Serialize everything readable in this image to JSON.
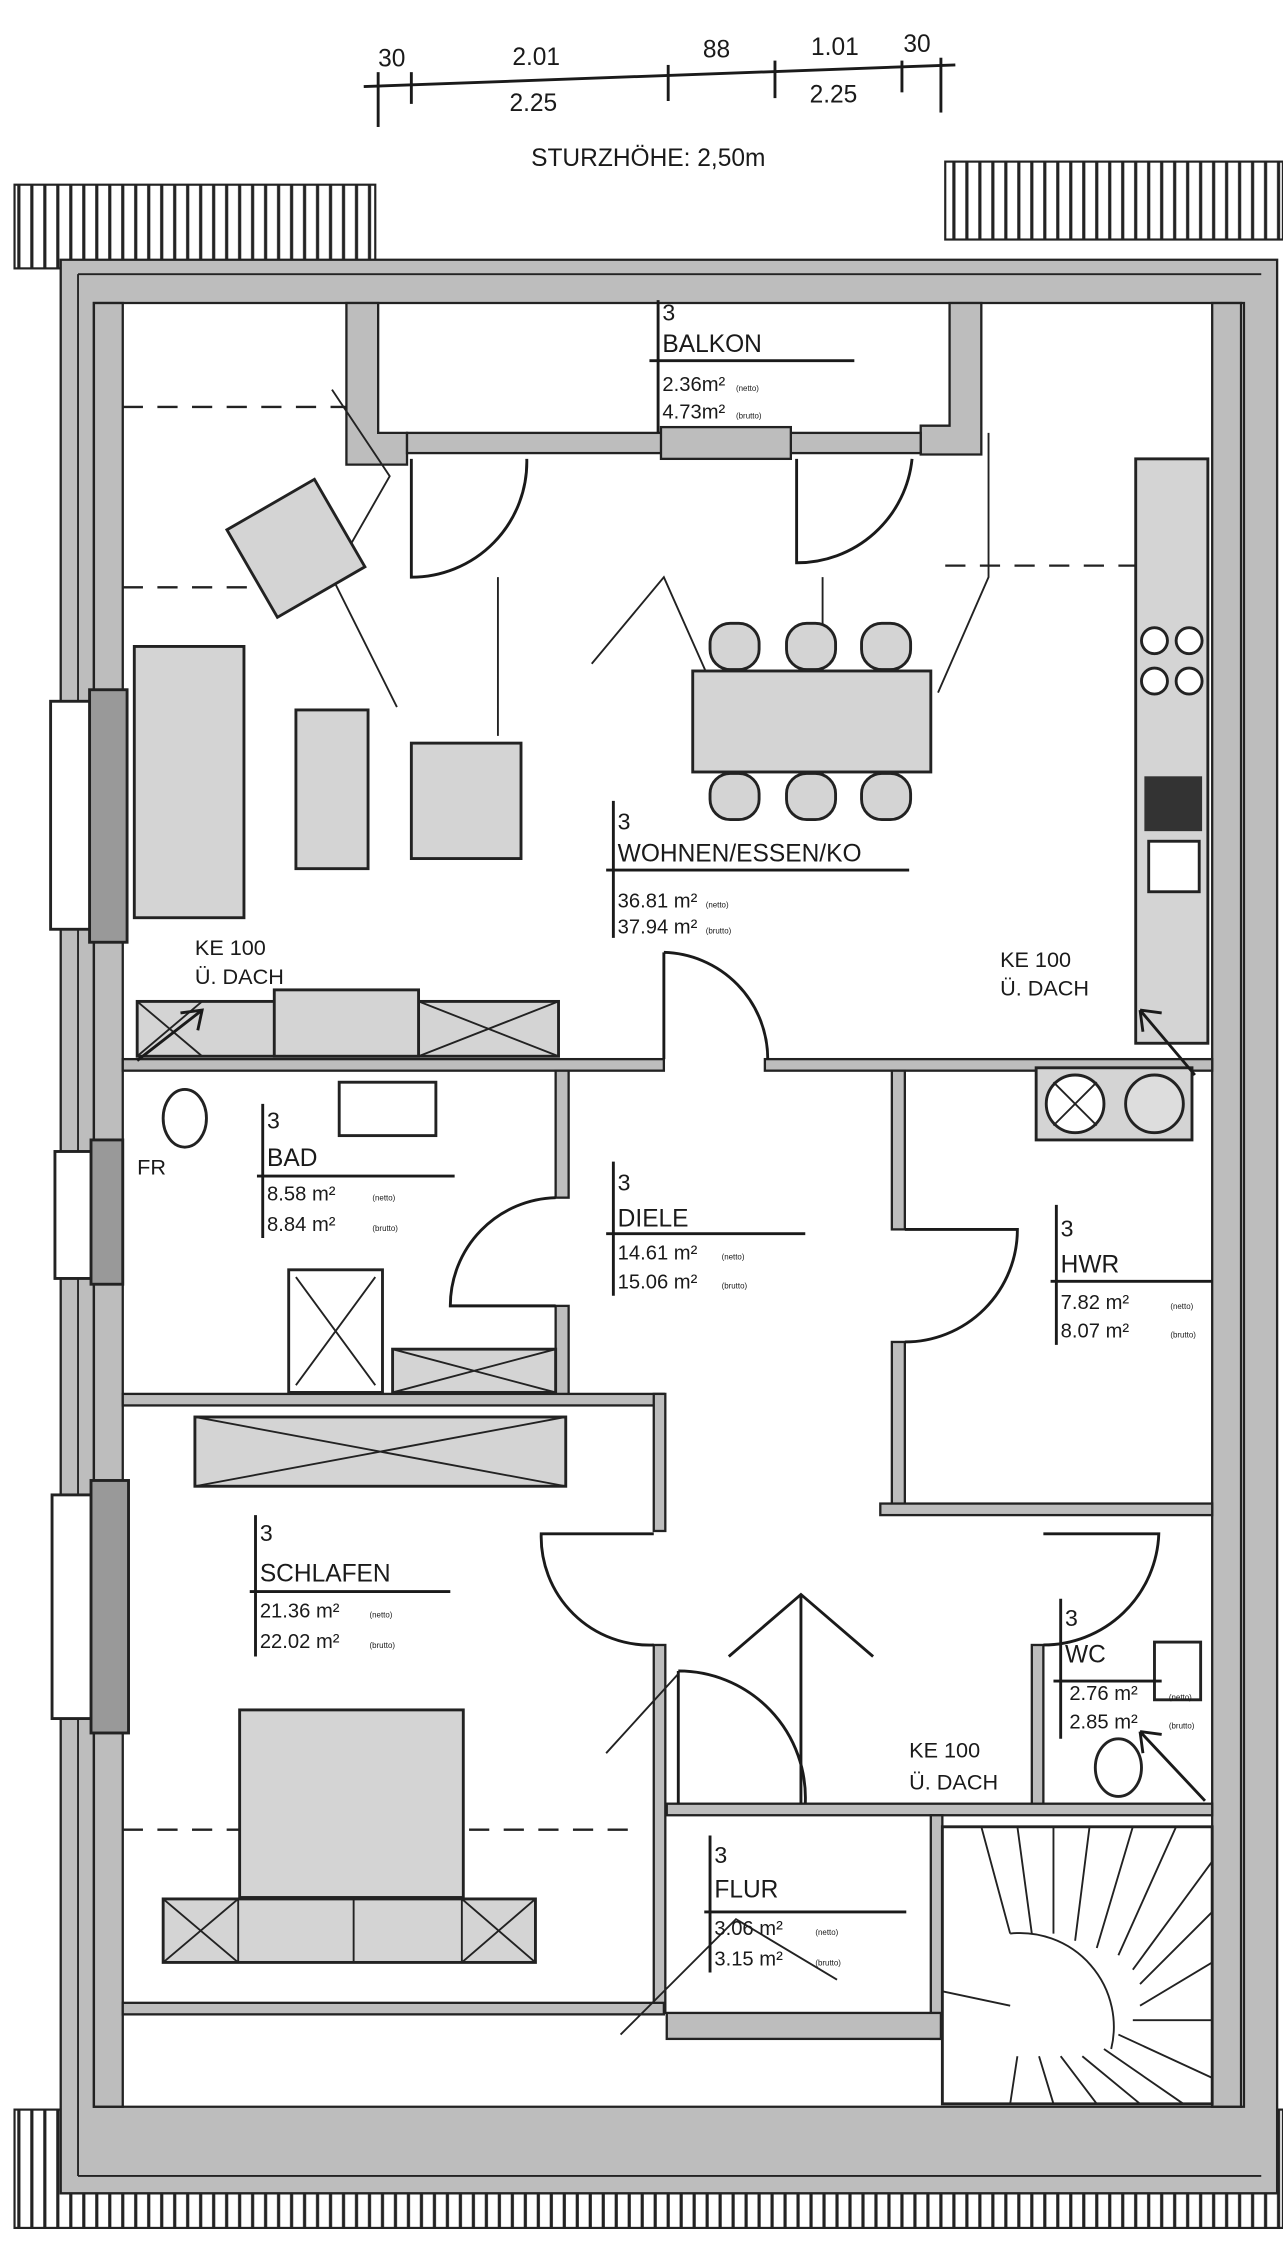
{
  "dimensions": {
    "top": [
      "30",
      "2.01",
      "88",
      "1.01",
      "30"
    ],
    "bottom": [
      "2.25",
      "2.25"
    ],
    "lintel_height": "STURZHÖHE: 2,50m"
  },
  "labels": {
    "netto": "(netto)",
    "brutto": "(brutto)"
  },
  "rooms": {
    "balkon": {
      "number": "3",
      "name": "BALKON",
      "netto": "2.36m²",
      "brutto": "4.73m²"
    },
    "wohnen": {
      "number": "3",
      "name": "WOHNEN/ESSEN/KO",
      "netto": "36.81 m²",
      "brutto": "37.94 m²"
    },
    "bad": {
      "number": "3",
      "name": "BAD",
      "netto": "8.58 m²",
      "brutto": "8.84 m²"
    },
    "diele": {
      "number": "3",
      "name": "DIELE",
      "netto": "14.61 m²",
      "brutto": "15.06 m²"
    },
    "hwr": {
      "number": "3",
      "name": "HWR",
      "netto": "7.82 m²",
      "brutto": "8.07 m²"
    },
    "schlafen": {
      "number": "3",
      "name": "SCHLAFEN",
      "netto": "21.36 m²",
      "brutto": "22.02 m²"
    },
    "wc": {
      "number": "3",
      "name": "WC",
      "netto": "2.76 m²",
      "brutto": "2.85 m²"
    },
    "flur": {
      "number": "3",
      "name": "FLUR",
      "netto": "3.06 m²",
      "brutto": "3.15 m²"
    }
  },
  "annotations": {
    "ke_line1": "KE 100",
    "ke_line2": "Ü. DACH",
    "fr": "FR"
  }
}
